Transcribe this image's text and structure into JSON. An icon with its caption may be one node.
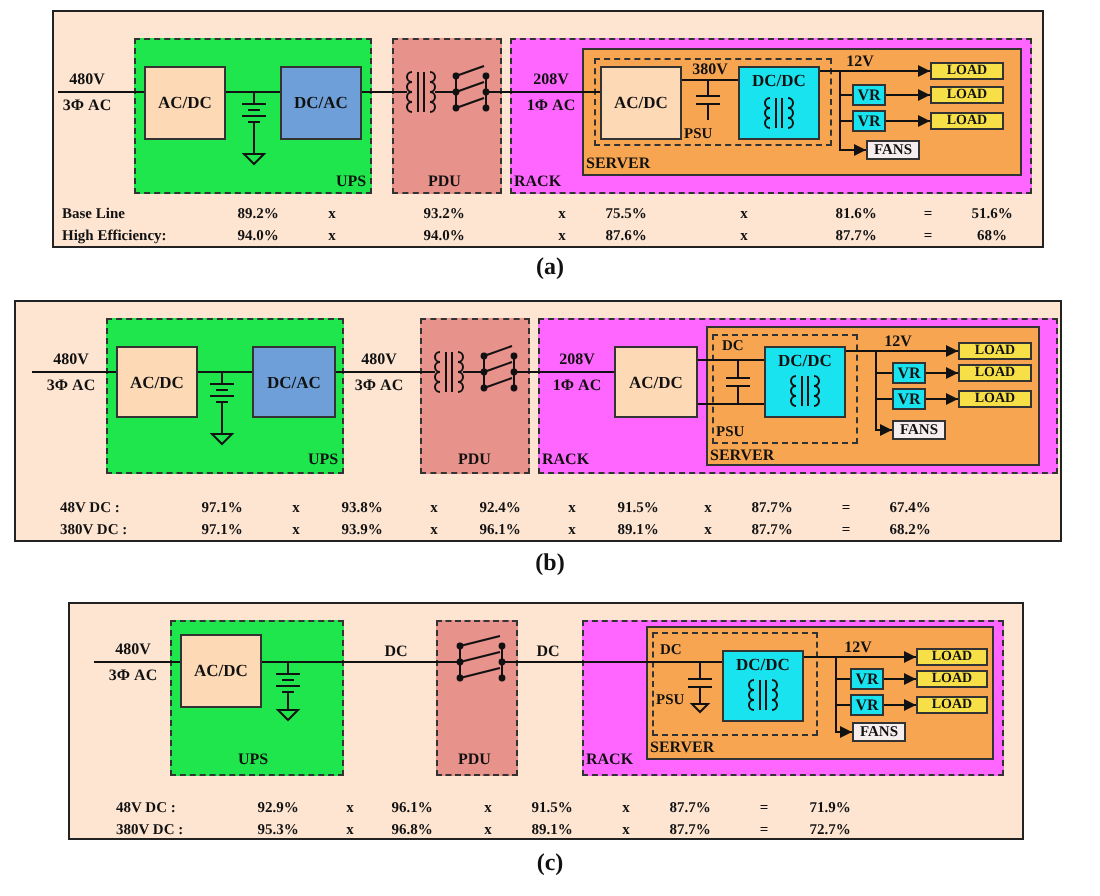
{
  "diagram": {
    "nodes": [
      {
        "text": [
          "UPS"
        ]
      },
      {
        "text": [
          "AC/DC"
        ],
        "in": 0
      },
      {
        "text": [
          "DC/AC"
        ],
        "in": 0
      },
      {
        "text": [
          "PDU"
        ]
      },
      {
        "text": [
          "RACK"
        ]
      },
      {
        "text": [
          "SERVER"
        ],
        "in": 4
      },
      {
        "text": [
          "PSU"
        ],
        "in": 5
      },
      {
        "text": [
          "AC/DC"
        ],
        "in": 6
      },
      {
        "text": [
          "DC/DC"
        ],
        "in": 6
      },
      {
        "text": [
          "LOAD"
        ],
        "in": 5
      },
      {
        "text": [
          "VR"
        ],
        "in": 5
      },
      {
        "text": [
          "LOAD"
        ],
        "in": 5
      },
      {
        "text": [
          "VR"
        ],
        "in": 5
      },
      {
        "text": [
          "LOAD"
        ],
        "in": 5
      },
      {
        "text": [
          "FANS"
        ],
        "in": 5
      },
      {
        "text": [
          "UPS"
        ]
      },
      {
        "text": [
          "AC/DC"
        ],
        "in": 15
      },
      {
        "text": [
          "DC/AC"
        ],
        "in": 15
      },
      {
        "text": [
          "PDU"
        ]
      },
      {
        "text": [
          "RACK"
        ]
      },
      {
        "text": [
          "AC/DC"
        ],
        "in": 19
      },
      {
        "text": [
          "SERVER"
        ],
        "in": 19
      },
      {
        "text": [
          "PSU"
        ],
        "in": 21
      },
      {
        "text": [
          "DC/DC"
        ],
        "in": 22
      },
      {
        "text": [
          "LOAD"
        ],
        "in": 21
      },
      {
        "text": [
          "VR"
        ],
        "in": 21
      },
      {
        "text": [
          "LOAD"
        ],
        "in": 21
      },
      {
        "text": [
          "VR"
        ],
        "in": 21
      },
      {
        "text": [
          "LOAD"
        ],
        "in": 21
      },
      {
        "text": [
          "FANS"
        ],
        "in": 21
      },
      {
        "text": [
          "UPS"
        ]
      },
      {
        "text": [
          "AC/DC"
        ],
        "in": 30
      },
      {
        "text": [
          "PDU"
        ]
      },
      {
        "text": [
          "RACK"
        ]
      },
      {
        "text": [
          "SERVER"
        ],
        "in": 33
      },
      {
        "text": [
          "PSU"
        ],
        "in": 34
      },
      {
        "text": [
          "DC/DC"
        ],
        "in": 35
      },
      {
        "text": [
          "LOAD"
        ],
        "in": 34
      },
      {
        "text": [
          "VR"
        ],
        "in": 34
      },
      {
        "text": [
          "LOAD"
        ],
        "in": 34
      },
      {
        "text": [
          "VR"
        ],
        "in": 34
      },
      {
        "text": [
          "LOAD"
        ],
        "in": 34
      },
      {
        "text": [
          "FANS"
        ],
        "in": 34
      }
    ],
    "edges": [
      {
        "from": null,
        "to": 1,
        "arrow": "none",
        "label": "480V 3Φ AC"
      },
      {
        "from": 1,
        "to": 2,
        "arrow": "none"
      },
      {
        "from": 2,
        "to": 3,
        "arrow": "none"
      },
      {
        "from": 3,
        "to": 7,
        "arrow": "none",
        "label": "208V 1Φ AC"
      },
      {
        "from": 7,
        "to": 8,
        "arrow": "none",
        "label": "380V"
      },
      {
        "from": 8,
        "to": 9,
        "arrow": "to",
        "label": "12V"
      },
      {
        "from": 8,
        "to": 10,
        "arrow": "none"
      },
      {
        "from": 8,
        "to": 12,
        "arrow": "none"
      },
      {
        "from": 10,
        "to": 11,
        "arrow": "to"
      },
      {
        "from": 12,
        "to": 13,
        "arrow": "to"
      },
      {
        "from": 8,
        "to": 14,
        "arrow": "to"
      },
      {
        "from": null,
        "to": 16,
        "arrow": "none",
        "label": "480V 3Φ AC"
      },
      {
        "from": 16,
        "to": 17,
        "arrow": "none"
      },
      {
        "from": 17,
        "to": 18,
        "arrow": "none",
        "label": "480V 3Φ AC"
      },
      {
        "from": 18,
        "to": 20,
        "arrow": "none",
        "label": "208V 1Φ AC"
      },
      {
        "from": 20,
        "to": 23,
        "arrow": "none"
      },
      {
        "from": 23,
        "to": 24,
        "arrow": "to",
        "label": "12V"
      },
      {
        "from": 23,
        "to": 25,
        "arrow": "none"
      },
      {
        "from": 23,
        "to": 27,
        "arrow": "none"
      },
      {
        "from": 25,
        "to": 26,
        "arrow": "to"
      },
      {
        "from": 27,
        "to": 28,
        "arrow": "to"
      },
      {
        "from": 23,
        "to": 29,
        "arrow": "to"
      },
      {
        "from": null,
        "to": 31,
        "arrow": "none",
        "label": "480V 3Φ AC"
      },
      {
        "from": 31,
        "to": 32,
        "arrow": "none",
        "label": "DC"
      },
      {
        "from": 32,
        "to": 36,
        "arrow": "none",
        "label": "DC"
      },
      {
        "from": 36,
        "to": 37,
        "arrow": "to",
        "label": "12V"
      },
      {
        "from": 36,
        "to": 38,
        "arrow": "none"
      },
      {
        "from": 36,
        "to": 40,
        "arrow": "none"
      },
      {
        "from": 38,
        "to": 39,
        "arrow": "to"
      },
      {
        "from": 40,
        "to": 41,
        "arrow": "to"
      },
      {
        "from": 36,
        "to": 42,
        "arrow": "to"
      }
    ],
    "labels": [
      "Base Line",
      "89.2%",
      "x",
      "93.2%",
      "x",
      "75.5%",
      "x",
      "81.6%",
      "=",
      "51.6%",
      "High Efficiency:",
      "94.0%",
      "x",
      "94.0%",
      "x",
      "87.6%",
      "x",
      "87.7%",
      "=",
      "68%",
      "(a)",
      "DC",
      "48V DC :",
      "97.1%",
      "x",
      "93.8%",
      "x",
      "92.4%",
      "x",
      "91.5%",
      "x",
      "87.7%",
      "=",
      "67.4%",
      "380V DC :",
      "97.1%",
      "x",
      "93.9%",
      "x",
      "96.1%",
      "x",
      "89.1%",
      "x",
      "87.7%",
      "=",
      "68.2%",
      "(b)",
      "DC",
      "48V DC :",
      "92.9%",
      "x",
      "96.1%",
      "x",
      "91.5%",
      "x",
      "87.7%",
      "=",
      "71.9%",
      "380V DC :",
      "95.3%",
      "x",
      "96.8%",
      "x",
      "89.1%",
      "x",
      "87.7%",
      "=",
      "72.7%",
      "(c)"
    ]
  }
}
